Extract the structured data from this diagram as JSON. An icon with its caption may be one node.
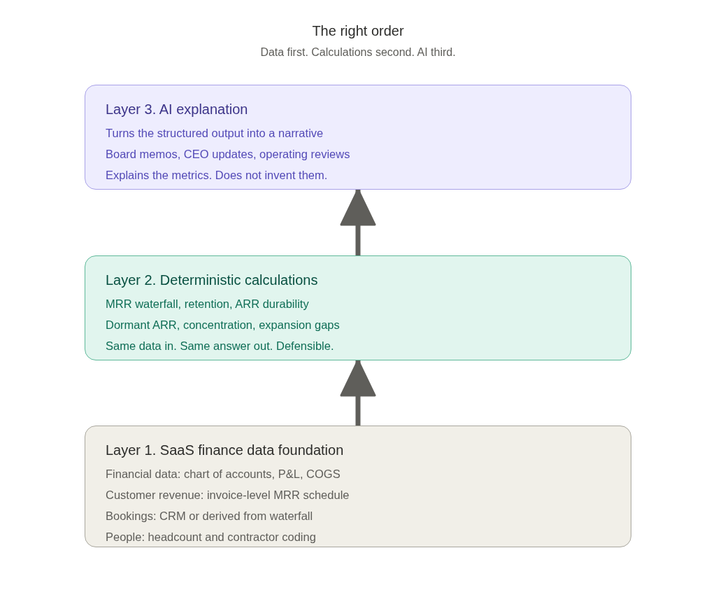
{
  "diagram": {
    "title": "The right order",
    "nodes": [
      {
        "text": [
          "Layer 3. AI explanation",
          "Turns the structured output into a narrative",
          "Board memos, CEO updates, operating reviews",
          "Explains the metrics. Does not invent them."
        ]
      },
      {
        "text": [
          "Layer 2. Deterministic calculations",
          "MRR waterfall, retention, ARR durability",
          "Dormant ARR, concentration, expansion gaps",
          "Same data in. Same answer out. Defensible."
        ]
      },
      {
        "text": [
          "Layer 1. SaaS finance data foundation",
          "Financial data: chart of accounts, P&L, COGS",
          "Customer revenue: invoice-level MRR schedule",
          "Bookings: CRM or derived from waterfall",
          "People: headcount and contractor coding"
        ]
      }
    ],
    "edges": [
      {
        "from": 1,
        "to": 0,
        "arrow": "to"
      },
      {
        "from": 2,
        "to": 1,
        "arrow": "to"
      }
    ],
    "labels": [
      "Data first. Calculations second. AI third."
    ]
  }
}
